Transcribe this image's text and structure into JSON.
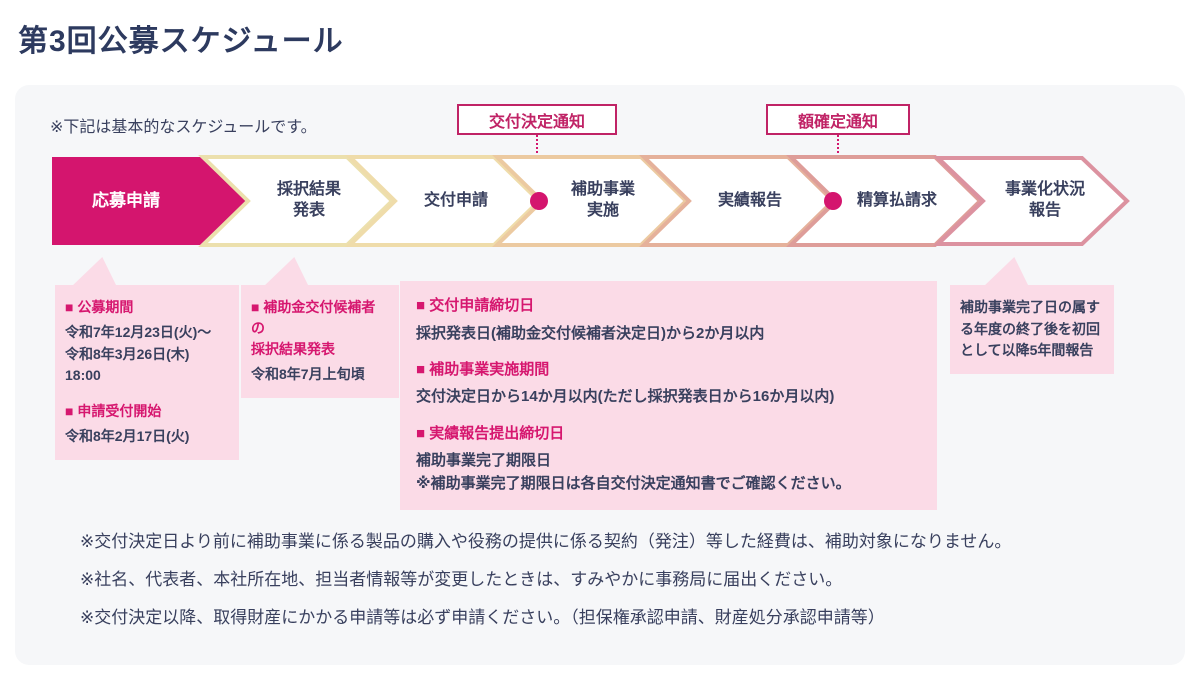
{
  "header": {
    "title": "第3回公募スケジュール"
  },
  "schedule": {
    "note": "※下記は基本的なスケジュールです。",
    "callouts": [
      {
        "label": "交付決定通知"
      },
      {
        "label": "額確定通知"
      }
    ],
    "steps": [
      {
        "label": "応募申請",
        "color": "#d4156e"
      },
      {
        "label": "採択結果\n発表",
        "color": "#ece0ad"
      },
      {
        "label": "交付申請",
        "color": "#efdcaa"
      },
      {
        "label": "補助事業\n実施",
        "color": "#eccaa1"
      },
      {
        "label": "実績報告",
        "color": "#e5b19b"
      },
      {
        "label": "精算払請求",
        "color": "#de9d99"
      },
      {
        "label": "事業化状況\n報告",
        "color": "#dc92a0"
      }
    ],
    "info_boxes": [
      {
        "items": [
          {
            "heading": "■ 公募期間",
            "body": "令和7年12月23日(火)～\n令和8年3月26日(木) 18:00"
          },
          {
            "heading": "■ 申請受付開始",
            "body": "令和8年2月17日(火)"
          }
        ]
      },
      {
        "items": [
          {
            "heading": "■ 補助金交付候補者の\n採択結果発表",
            "body": "令和8年7月上旬頃"
          }
        ]
      },
      {
        "items": [
          {
            "heading": "■ 交付申請締切日",
            "body": "採択発表日(補助金交付候補者決定日)から2か月以内"
          },
          {
            "heading": "■ 補助事業実施期間",
            "body": "交付決定日から14か月以内(ただし採択発表日から16か月以内)"
          },
          {
            "heading": "■ 実績報告提出締切日",
            "body": "補助事業完了期限日\n※補助事業完了期限日は各自交付決定通知書でご確認ください。"
          }
        ]
      },
      {
        "items": [
          {
            "heading": "",
            "body": "補助事業完了日の属す\nる年度の終了後を初回\nとして以降5年間報告"
          }
        ]
      }
    ],
    "footnotes": [
      "※交付決定日より前に補助事業に係る製品の購入や役務の提供に係る契約（発注）等した経費は、補助対象になりません。",
      "※社名、代表者、本社所在地、担当者情報等が変更したときは、すみやかに事務局に届出ください。",
      "※交付決定以降、取得財産にかかる申請等は必ず申請ください。（担保権承認申請、財産処分承認申請等）"
    ],
    "colors": {
      "accent_magenta": "#d4156e",
      "callout_border": "#c02366",
      "info_box_bg": "#fbdbe7",
      "text_navy": "#39405e",
      "panel_bg": "#f6f7f9"
    }
  }
}
